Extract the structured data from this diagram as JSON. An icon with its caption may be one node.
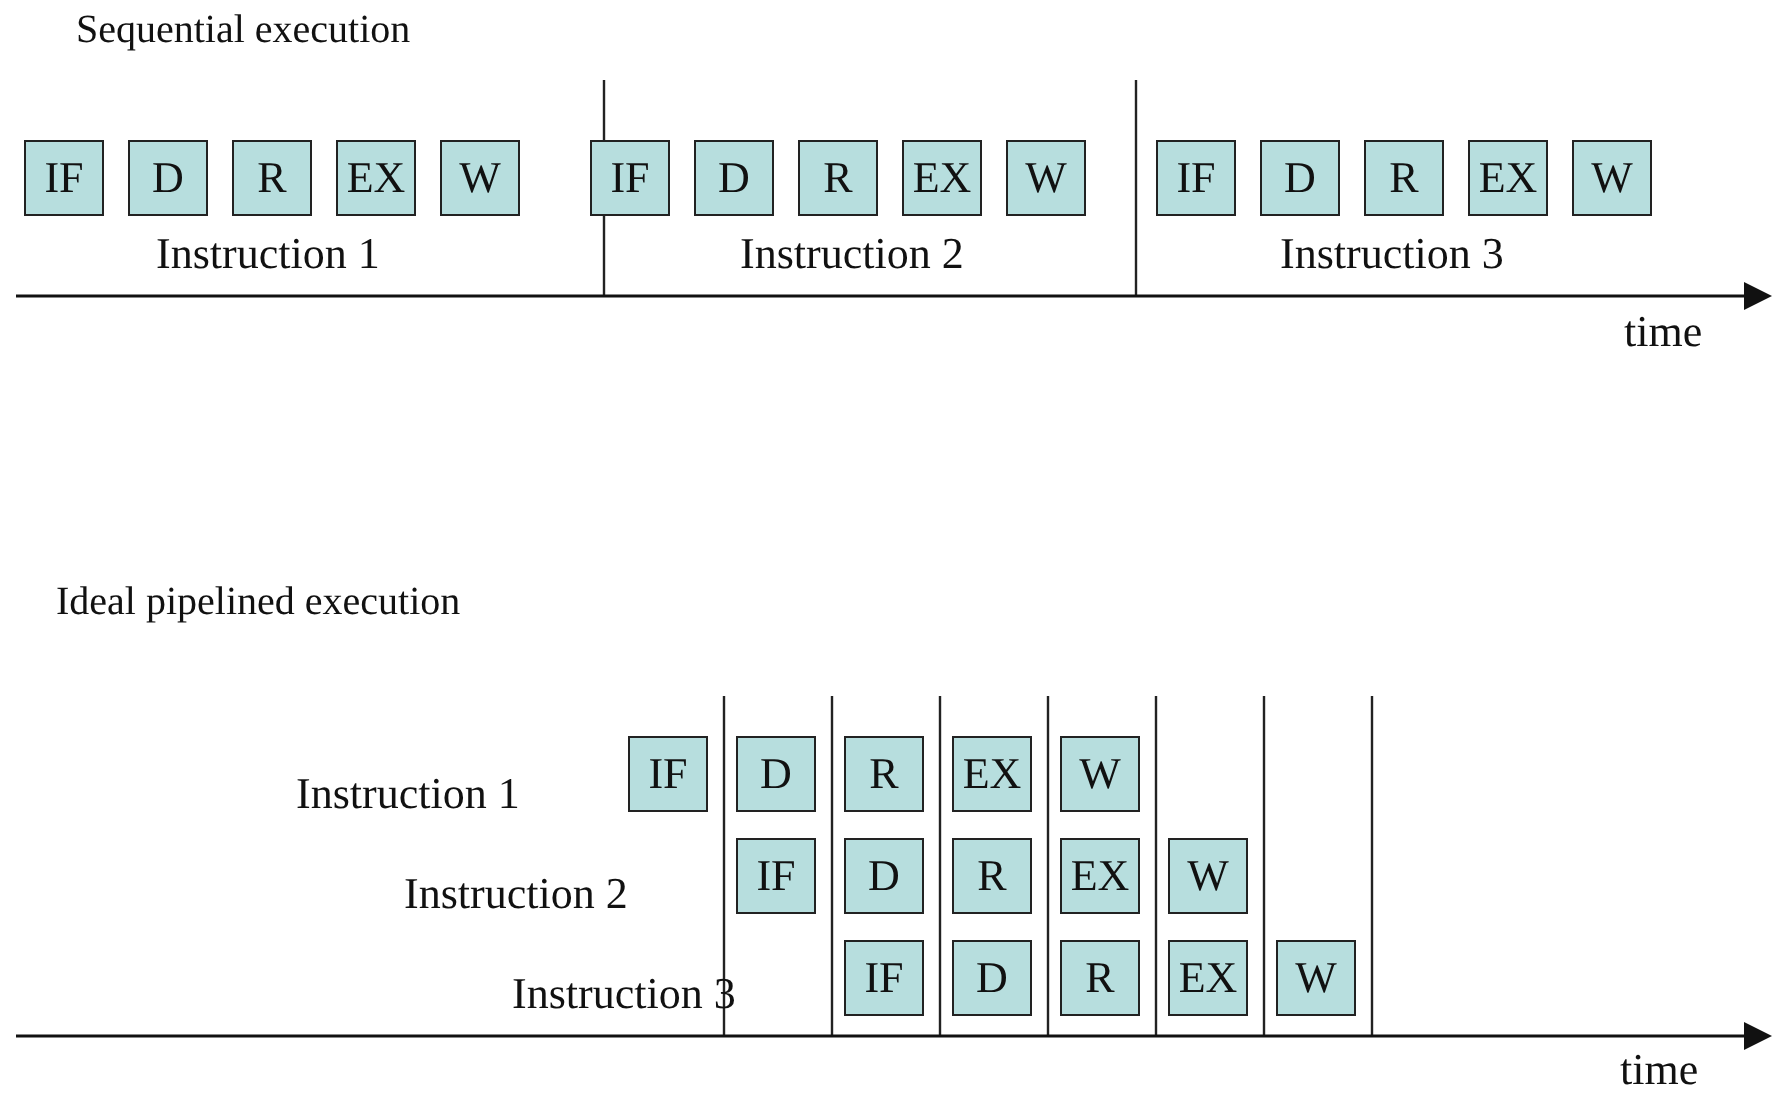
{
  "diagram": {
    "nodes": [
      {
        "text": [
          "IF"
        ]
      },
      {
        "text": [
          "D"
        ]
      },
      {
        "text": [
          "R"
        ]
      },
      {
        "text": [
          "EX"
        ]
      },
      {
        "text": [
          "W"
        ]
      },
      {
        "text": [
          "IF"
        ]
      },
      {
        "text": [
          "D"
        ]
      },
      {
        "text": [
          "R"
        ]
      },
      {
        "text": [
          "EX"
        ]
      },
      {
        "text": [
          "W"
        ]
      },
      {
        "text": [
          "IF"
        ]
      },
      {
        "text": [
          "D"
        ]
      },
      {
        "text": [
          "R"
        ]
      },
      {
        "text": [
          "EX"
        ]
      },
      {
        "text": [
          "W"
        ]
      },
      {
        "text": [
          "IF"
        ]
      },
      {
        "text": [
          "D"
        ]
      },
      {
        "text": [
          "R"
        ]
      },
      {
        "text": [
          "EX"
        ]
      },
      {
        "text": [
          "W"
        ]
      },
      {
        "text": [
          "IF"
        ]
      },
      {
        "text": [
          "D"
        ]
      },
      {
        "text": [
          "R"
        ]
      },
      {
        "text": [
          "EX"
        ]
      },
      {
        "text": [
          "W"
        ]
      },
      {
        "text": [
          "IF"
        ]
      },
      {
        "text": [
          "D"
        ]
      },
      {
        "text": [
          "R"
        ]
      },
      {
        "text": [
          "EX"
        ]
      },
      {
        "text": [
          "W"
        ]
      }
    ],
    "labels": [
      "Sequential execution",
      "Instruction 1",
      "Instruction 2",
      "Instruction 3",
      "time",
      "Ideal pipelined execution",
      "Instruction 1",
      "Instruction 2",
      "Instruction 3",
      "time"
    ]
  }
}
